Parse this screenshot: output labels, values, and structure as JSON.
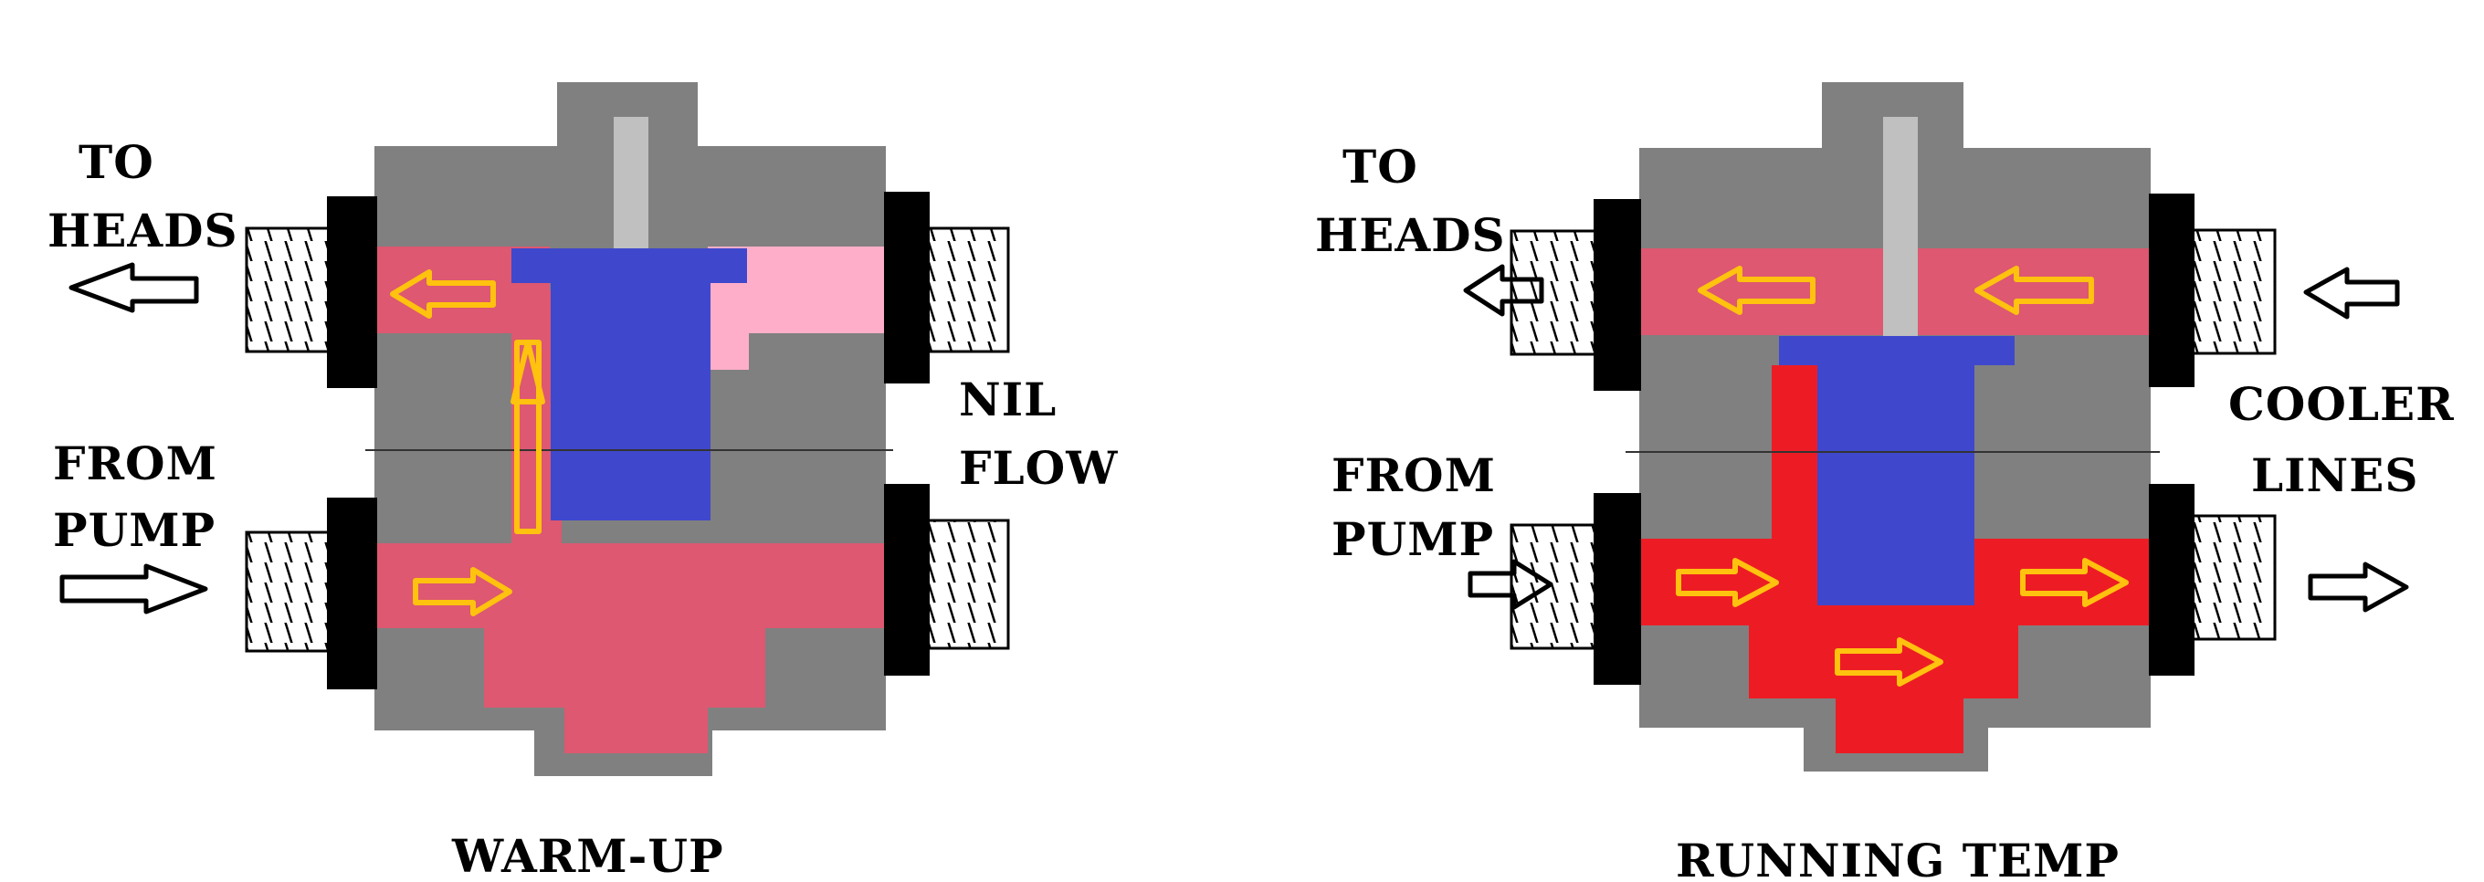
{
  "colors": {
    "body": "#808080",
    "stem": "#c0c0c0",
    "piston": "#3f48cc",
    "fluid_warm": "#dd5870",
    "fluid_light": "#ffaec9",
    "fluid_hot": "#ed1c24",
    "arrow_flow": "#ffc20e",
    "fitting_black": "#000000"
  },
  "warmup": {
    "caption": "WARM-UP",
    "label_to_heads_1": "TO",
    "label_to_heads_2": "HEADS",
    "label_from_pump_1": "FROM",
    "label_from_pump_2": "PUMP",
    "label_nil_1": "NIL",
    "label_nil_2": "FLOW"
  },
  "running": {
    "caption": "RUNNING TEMP",
    "label_to_heads_1": "TO",
    "label_to_heads_2": "HEADS",
    "label_from_pump_1": "FROM",
    "label_from_pump_2": "PUMP",
    "label_cooler_1": "COOLER",
    "label_cooler_2": "LINES"
  }
}
